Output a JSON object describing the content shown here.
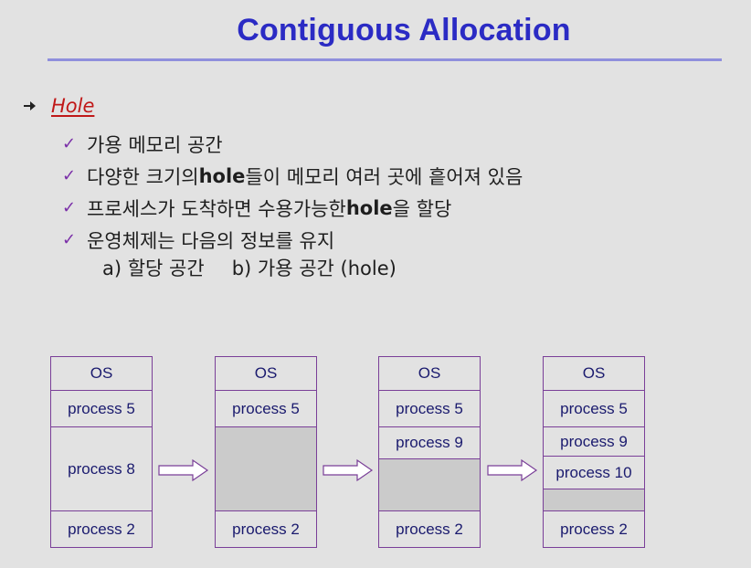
{
  "slide": {
    "title": "Contiguous Allocation",
    "heading": "Hole",
    "items": [
      {
        "pre": "가용 메모리 공간",
        "bold": "",
        "post": ""
      },
      {
        "pre": "다양한 크기의 ",
        "bold": "hole",
        "post": "들이 메모리 여러 곳에 흩어져 있음"
      },
      {
        "pre": "프로세스가 도착하면 수용가능한 ",
        "bold": "hole",
        "post": "을 할당"
      },
      {
        "pre": "운영체제는 다음의 정보를 유지",
        "bold": "",
        "post": ""
      }
    ],
    "sub_items": [
      "a) 할당 공간",
      "b) 가용 공간 (hole)"
    ]
  },
  "diagram": {
    "memories": [
      [
        {
          "label": "OS",
          "hole": false
        },
        {
          "label": "process 5",
          "hole": false
        },
        {
          "label": "process 8",
          "hole": false
        },
        {
          "label": "process 2",
          "hole": false
        }
      ],
      [
        {
          "label": "OS",
          "hole": false
        },
        {
          "label": "process 5",
          "hole": false
        },
        {
          "label": "",
          "hole": true
        },
        {
          "label": "process 2",
          "hole": false
        }
      ],
      [
        {
          "label": "OS",
          "hole": false
        },
        {
          "label": "process 5",
          "hole": false
        },
        {
          "label": "process 9",
          "hole": false
        },
        {
          "label": "",
          "hole": true
        },
        {
          "label": "process 2",
          "hole": false
        }
      ],
      [
        {
          "label": "OS",
          "hole": false
        },
        {
          "label": "process 5",
          "hole": false
        },
        {
          "label": "process 9",
          "hole": false
        },
        {
          "label": "process 10",
          "hole": false
        },
        {
          "label": "",
          "hole": true
        },
        {
          "label": "process 2",
          "hole": false
        }
      ]
    ]
  },
  "colors": {
    "title": "#2b2bc4",
    "heading": "#c01818",
    "check": "#7a2ea8",
    "border": "#7a3f98",
    "hole_fill": "#cbcbcb"
  },
  "icons": {
    "bullet": "arrow-bullet-icon",
    "item": "checkmark-icon",
    "transition": "hollow-right-arrow-icon"
  }
}
